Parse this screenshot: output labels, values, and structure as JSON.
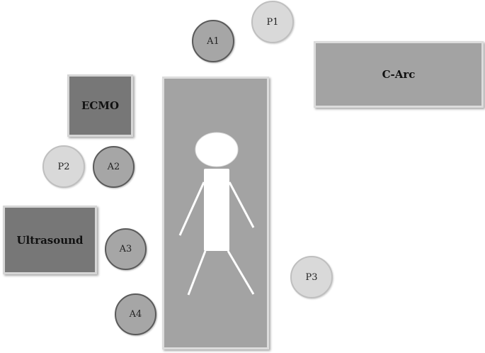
{
  "equipment": {
    "ecmo": "ECMO",
    "carc": "C-Arc",
    "ultrasound": "Ultrasound"
  },
  "staff": {
    "a1": "A1",
    "a2": "A2",
    "a3": "A3",
    "a4": "A4",
    "p1": "P1",
    "p2": "P2",
    "p3": "P3"
  },
  "colors": {
    "dark_box": "#777777",
    "light_box": "#a3a3a3",
    "a_circle": "#a6a6a6",
    "p_circle": "#d9d9d9",
    "patient": "#ffffff"
  }
}
